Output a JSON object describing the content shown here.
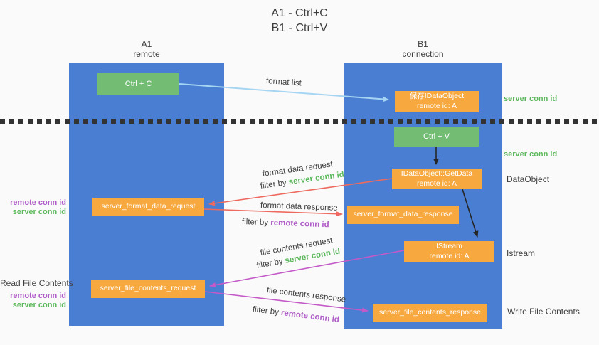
{
  "title": {
    "line1": "A1 - Ctrl+C",
    "line2": "B1 - Ctrl+V"
  },
  "left_column": {
    "header_top": "A1",
    "header_bottom": "remote",
    "node_ctrl_c": "Ctrl + C",
    "node_format_request": "server_format_data_request",
    "node_file_request": "server_file_contents_request"
  },
  "right_column": {
    "header_top": "B1",
    "header_bottom": "connection",
    "node_save_line1": "保存IDataObject",
    "node_save_line2": "remote id: A",
    "node_ctrl_v": "Ctrl + V",
    "node_getdata_line1": "IDataObject::GetData",
    "node_getdata_line2": "remote id: A",
    "node_format_response": "server_format_data_response",
    "node_istream_line1": "IStream",
    "node_istream_line2": "remote id: A",
    "node_file_response": "server_file_contents_response"
  },
  "arrow_labels": {
    "format_list": "format list",
    "format_data_request": "format data request",
    "format_data_response": "format data response",
    "file_contents_request": "file contents request",
    "file_contents_response": "file contents response",
    "filter_by": "filter by ",
    "server_conn_id": "server conn id",
    "remote_conn_id": "remote conn id"
  },
  "side_labels": {
    "server_conn_id_top": "server conn id",
    "server_conn_id_mid": "server conn id",
    "dataobject": "DataObject",
    "istream": "Istream",
    "write_file_contents": "Write File Contents",
    "read_file_contents": "Read File Contents",
    "remote_conn_id_left1": "remote conn id",
    "server_conn_id_left1": "server conn id",
    "remote_conn_id_left2": "remote conn id",
    "server_conn_id_left2": "server conn id"
  },
  "colors": {
    "column_blue": "#4A7ED2",
    "box_green": "#72BD73",
    "box_orange": "#F7A940",
    "text_green": "#5CB85C",
    "text_purple": "#B05CC8",
    "arrow_red": "#EE6A5F",
    "arrow_magenta": "#C45AC8",
    "arrow_skyblue": "#A5D5F2",
    "arrow_black": "#262626"
  }
}
